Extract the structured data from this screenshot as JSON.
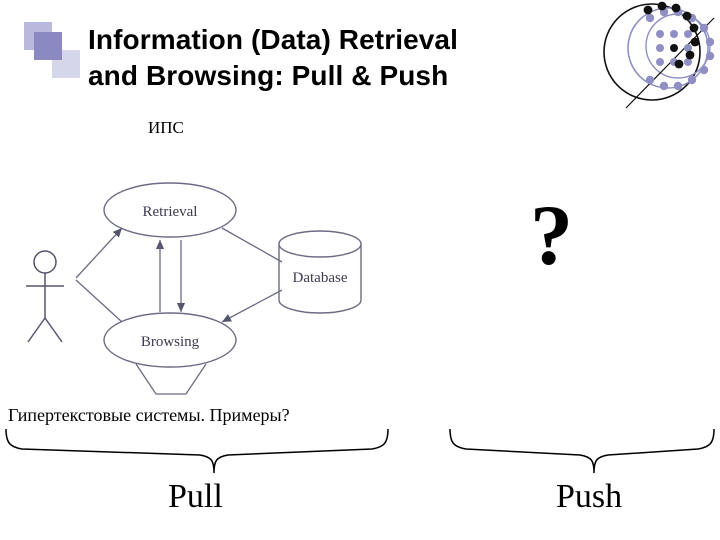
{
  "slide": {
    "title_line1": "Information (Data) Retrieval",
    "title_line2": "and Browsing: Pull & Push",
    "ips_label": "ИПС",
    "question_mark": "?",
    "hypertext_caption": "Гипертекстовые системы. Примеры?",
    "pull_label": "Pull",
    "push_label": "Push"
  },
  "diagram": {
    "nodes": [
      {
        "id": "retrieval",
        "label": "Retrieval",
        "shape": "ellipse"
      },
      {
        "id": "browsing",
        "label": "Browsing",
        "shape": "ellipse"
      },
      {
        "id": "database",
        "label": "Database",
        "shape": "cylinder"
      },
      {
        "id": "actor",
        "label": "",
        "shape": "stick-figure"
      }
    ],
    "edges": [
      {
        "from": "actor",
        "to": "retrieval"
      },
      {
        "from": "retrieval",
        "to": "database"
      },
      {
        "from": "database",
        "to": "browsing"
      },
      {
        "from": "browsing",
        "to": "actor"
      },
      {
        "from": "retrieval",
        "to": "browsing"
      }
    ]
  },
  "colors": {
    "logo_light": "#b9b9dd",
    "logo_dark": "#8a8ac0",
    "logo_pale": "#d6d6ea",
    "diagram_stroke": "#6b6b86",
    "text": "#000000",
    "dots_purple": "#8f8fc4",
    "dots_black": "#111111"
  }
}
